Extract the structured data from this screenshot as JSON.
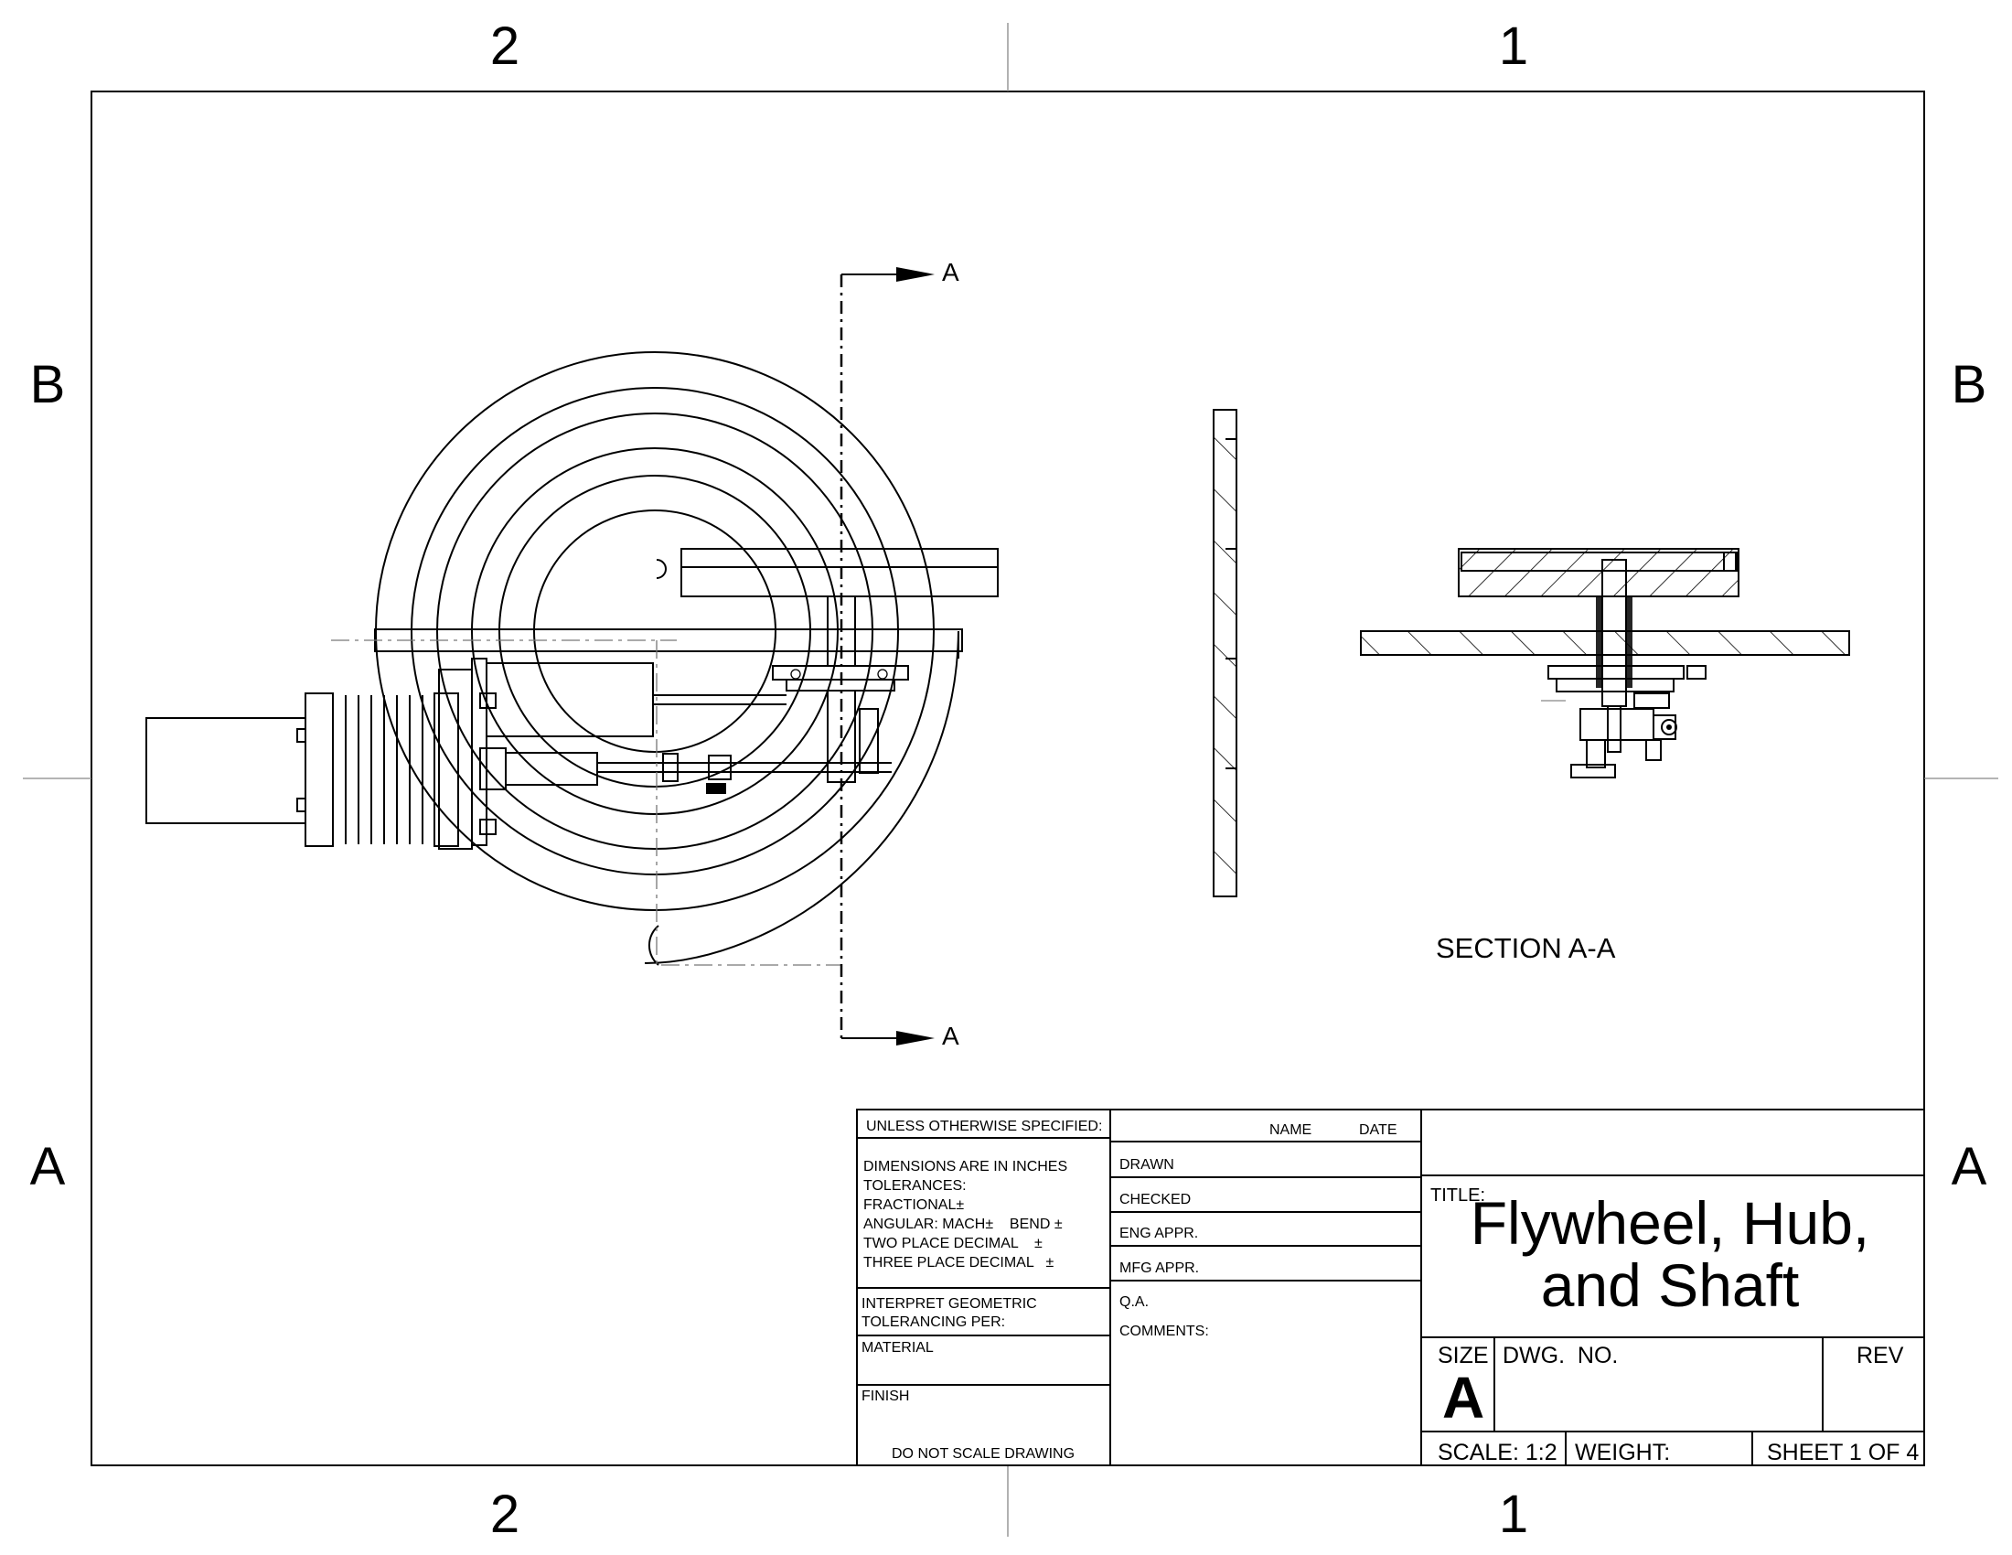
{
  "zones": {
    "columns": [
      "2",
      "1"
    ],
    "rows": [
      "B",
      "A"
    ]
  },
  "section": {
    "arrow_label": "A",
    "caption": "SECTION A-A"
  },
  "title_block": {
    "unless_specified": "UNLESS OTHERWISE SPECIFIED:",
    "name_header": "NAME",
    "date_header": "DATE",
    "tolerance_lines": [
      "DIMENSIONS ARE IN INCHES",
      "TOLERANCES:",
      "FRACTIONAL±",
      "ANGULAR: MACH±    BEND ±",
      "TWO PLACE DECIMAL    ±",
      "THREE PLACE DECIMAL   ±"
    ],
    "interpret_lines": [
      "INTERPRET GEOMETRIC",
      "TOLERANCING PER:"
    ],
    "material": "MATERIAL",
    "finish": "FINISH",
    "do_not_scale": "DO NOT SCALE DRAWING",
    "approvals": [
      "DRAWN",
      "CHECKED",
      "ENG APPR.",
      "MFG APPR.",
      "Q.A.",
      "COMMENTS:"
    ],
    "title_label": "TITLE:",
    "title_lines": [
      "Flywheel, Hub,",
      "and Shaft"
    ],
    "size_label": "SIZE",
    "size_value": "A",
    "dwg_no_label": "DWG.  NO.",
    "rev_label": "REV",
    "scale": "SCALE: 1:2",
    "weight": "WEIGHT:",
    "sheet": "SHEET 1 OF 4"
  }
}
